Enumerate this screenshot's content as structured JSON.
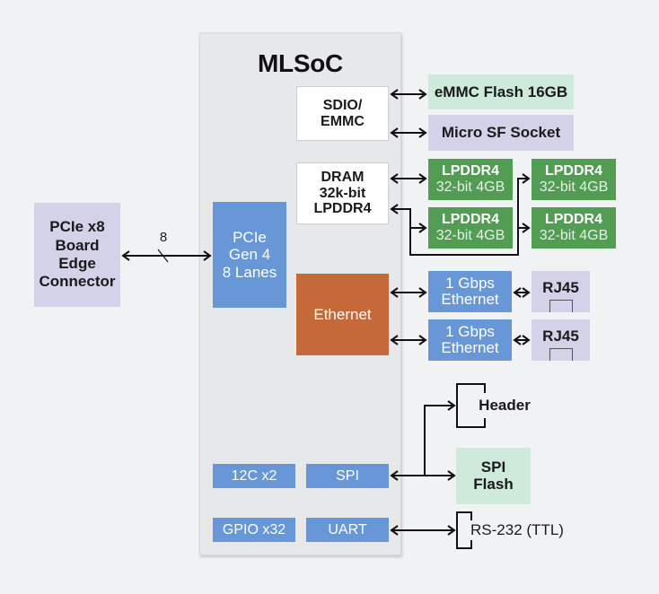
{
  "soc": {
    "title": "MLSoC"
  },
  "blocks": {
    "sdio": [
      "SDIO/",
      "EMMC"
    ],
    "dram": [
      "DRAM",
      "32k-bit",
      "LPDDR4"
    ],
    "pcie_core": [
      "PCIe",
      "Gen 4",
      "8 Lanes"
    ],
    "ethernet_core": "Ethernet",
    "i2c": "12C x2",
    "spi": "SPI",
    "gpio": "GPIO x32",
    "uart": "UART"
  },
  "external": {
    "emmc": "eMMC Flash 16GB",
    "microsd": "Micro SF Socket",
    "lpddr": [
      {
        "name": "LPDDR4",
        "spec": "32-bit 4GB"
      },
      {
        "name": "LPDDR4",
        "spec": "32-bit 4GB"
      },
      {
        "name": "LPDDR4",
        "spec": "32-bit 4GB"
      },
      {
        "name": "LPDDR4",
        "spec": "32-bit 4GB"
      }
    ],
    "pcie_connector": [
      "PCIe x8",
      "Board",
      "Edge",
      "Connector"
    ],
    "pcie_lanes_label": "8",
    "eth_phy": [
      [
        "1 Gbps",
        "Ethernet"
      ],
      [
        "1 Gbps",
        "Ethernet"
      ]
    ],
    "rj45": [
      "RJ45",
      "RJ45"
    ],
    "header": "Header",
    "spi_flash": [
      "SPI",
      "Flash"
    ],
    "rs232": "RS-232 (TTL)"
  },
  "colors": {
    "background": "#f1f2f4",
    "soc": "#e7e8ea",
    "memory_green": "#529c54",
    "interface_blue": "#6897d8",
    "ethernet_orange": "#c5693a",
    "flash_mint": "#cdeadb",
    "socket_lavender": "#d4d2e8"
  }
}
